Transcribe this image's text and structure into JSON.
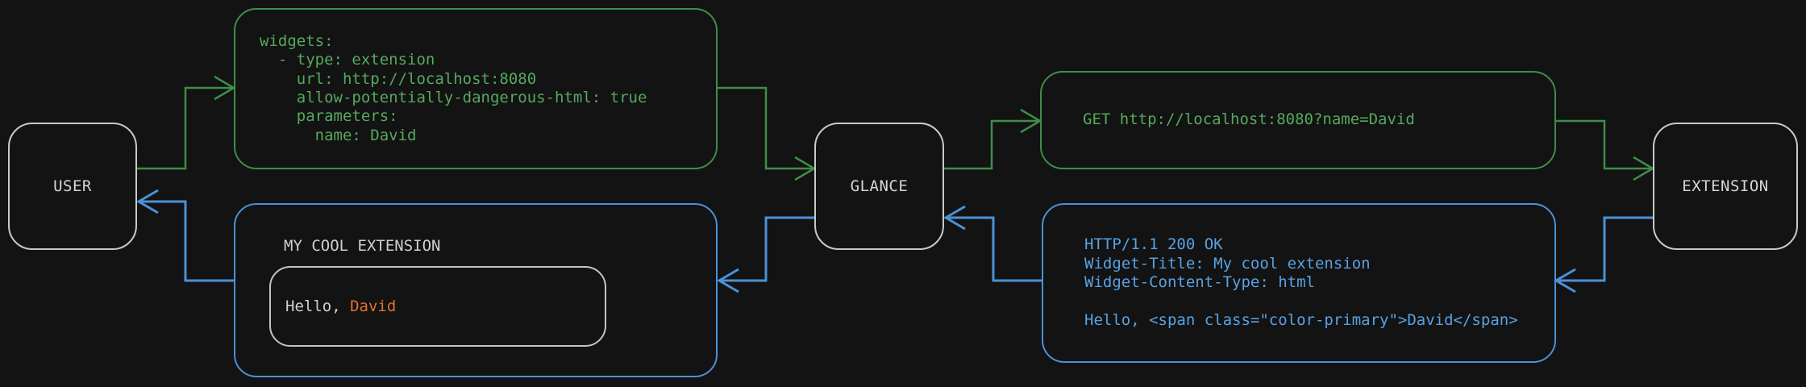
{
  "diagram": {
    "title": "glance extension request flow",
    "background": "#131313",
    "colors": {
      "request_green": "#3e8e47",
      "request_green_text": "#55a95e",
      "response_blue": "#4a92d8",
      "response_blue_text": "#58a2e4",
      "node_border": "#c9c9c9",
      "node_text": "#d6d6d6",
      "widget_text": "#d0d0d0",
      "primary_orange": "#e2702d"
    }
  },
  "nodes": {
    "user": {
      "label": "USER"
    },
    "glance": {
      "label": "GLANCE"
    },
    "extension": {
      "label": "EXTENSION"
    }
  },
  "config_box": {
    "lines": [
      "widgets:",
      "  - type: extension",
      "    url: http://localhost:8080",
      "    allow-potentially-dangerous-html: true",
      "    parameters:",
      "      name: David"
    ]
  },
  "request_box": {
    "text": "GET http://localhost:8080?name=David"
  },
  "response_box": {
    "lines": [
      "HTTP/1.1 200 OK",
      "Widget-Title: My cool extension",
      "Widget-Content-Type: html",
      "",
      "Hello, <span class=\"color-primary\">David</span>"
    ]
  },
  "widget_box": {
    "title": "MY COOL EXTENSION",
    "greeting_prefix": "Hello, ",
    "greeting_name": "David"
  },
  "arrows": {
    "user_to_config": "request: user config to glance yaml box",
    "config_to_glance": "request: yaml box to glance",
    "glance_to_request": "request: glance to GET request box",
    "request_to_extension": "request: GET box to extension",
    "extension_to_response": "response: extension to HTTP response box",
    "response_to_glance": "response: HTTP response box to glance",
    "glance_to_widget": "response: glance to rendered widget box",
    "widget_to_user": "response: rendered widget box to user"
  }
}
